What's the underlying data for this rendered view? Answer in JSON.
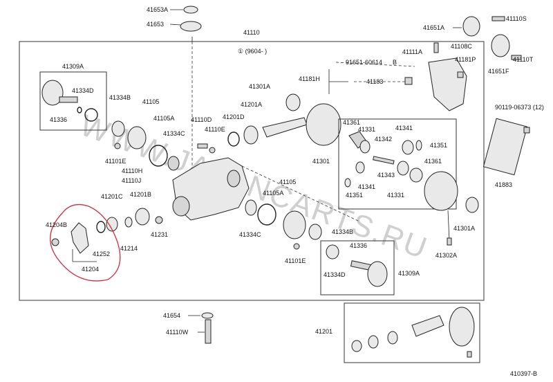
{
  "labels": {
    "p41653A": "41653A",
    "p41653": "41653",
    "p41110": "41110",
    "p41651A": "41651A",
    "p41110S": "41110S",
    "p41110T": "41110T",
    "p41651F": "41651F",
    "p41108C": "41108C",
    "p41111A": "41111A",
    "p41181P": "41181P",
    "p91651": "91651-60614",
    "p41183": "41183",
    "p41181H": "41181H",
    "p90119": "90119-06373 (12)",
    "p41883": "41883",
    "p41309A_top": "41309A",
    "p41334D_top": "41334D",
    "p41336_top": "41336",
    "p41334B_top": "41334B",
    "p41105_top": "41105",
    "p41105A_top": "41105A",
    "p41334C_top": "41334C",
    "p41101E_top": "41101E",
    "p41110H": "41110H",
    "p41110J": "41110J",
    "p41110D": "41110D",
    "p41110E": "41110E",
    "p41201D": "41201D",
    "p41201A": "41201A",
    "p41301A_top": "41301A",
    "p41361_a": "41361",
    "p41331_a": "41331",
    "p41341_a": "41341",
    "p41342": "41342",
    "p41351_a": "41351",
    "p41301": "41301",
    "p41343": "41343",
    "p41361_b": "41361",
    "p41341_b": "41341",
    "p41351_b": "41351",
    "p41331_b": "41331",
    "p41201C": "41201C",
    "p41201B": "41201B",
    "p41204B": "41204B",
    "p41252": "41252",
    "p41204": "41204",
    "p41214": "41214",
    "p41231": "41231",
    "p41105_bot": "41105",
    "p41105A_bot": "41105A",
    "p41334C_bot": "41334C",
    "p41334B_bot": "41334B",
    "p41101E_bot": "41101E",
    "p41336_bot": "41336",
    "p41334D_bot": "41334D",
    "p41309A_bot": "41309A",
    "p41301A_bot": "41301A",
    "p41302A": "41302A",
    "p41654": "41654",
    "p41110W": "41110W",
    "p41201_bot": "41201",
    "revision": "① (9604- )",
    "serial_letter": "B",
    "drawing_code": "410397-B"
  },
  "watermark": "WWW.JAPANCARTS.RU",
  "colors": {
    "line": "#222222",
    "watermark": "#cfcfcf",
    "annotation": "#d0303c"
  }
}
